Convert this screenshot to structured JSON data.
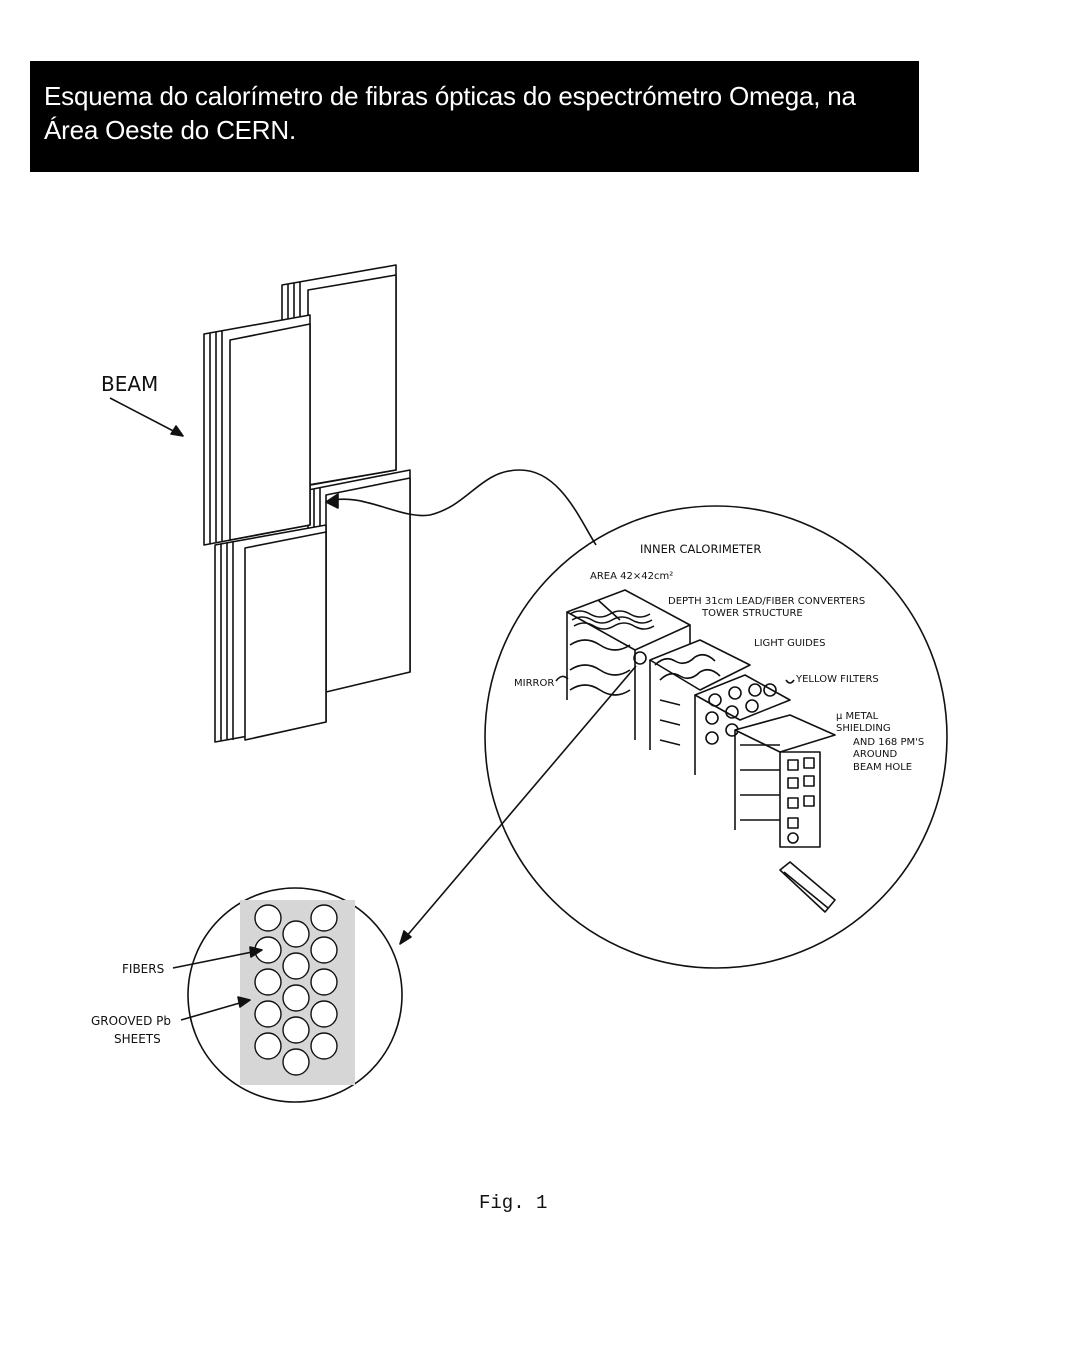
{
  "caption": {
    "text": "Esquema do calorímetro de fibras ópticas do espectrómetro Omega, na Área Oeste do CERN."
  },
  "diagram": {
    "beam_label": "BEAM",
    "inner_title": "INNER  CALORIMETER",
    "area": "AREA 42×42cm²",
    "depth_line1": "DEPTH 31cm LEAD/FIBER CONVERTERS",
    "depth_line2": "TOWER STRUCTURE",
    "mirror": "MIRROR",
    "light_guides": "LIGHT GUIDES",
    "yellow_filters": "YELLOW FILTERS",
    "shield_1": "μ METAL",
    "shield_2": "SHIELDING",
    "shield_3": "AND 168 PM'S",
    "shield_4": "AROUND",
    "shield_5": "BEAM HOLE",
    "fibers": "FIBERS",
    "grooved_1": "GROOVED Pb",
    "grooved_2": "SHEETS"
  },
  "figure": {
    "label": "Fig. 1"
  },
  "colors": {
    "caption_bg": "#000000",
    "caption_fg": "#ffffff",
    "ink": "#111111"
  }
}
